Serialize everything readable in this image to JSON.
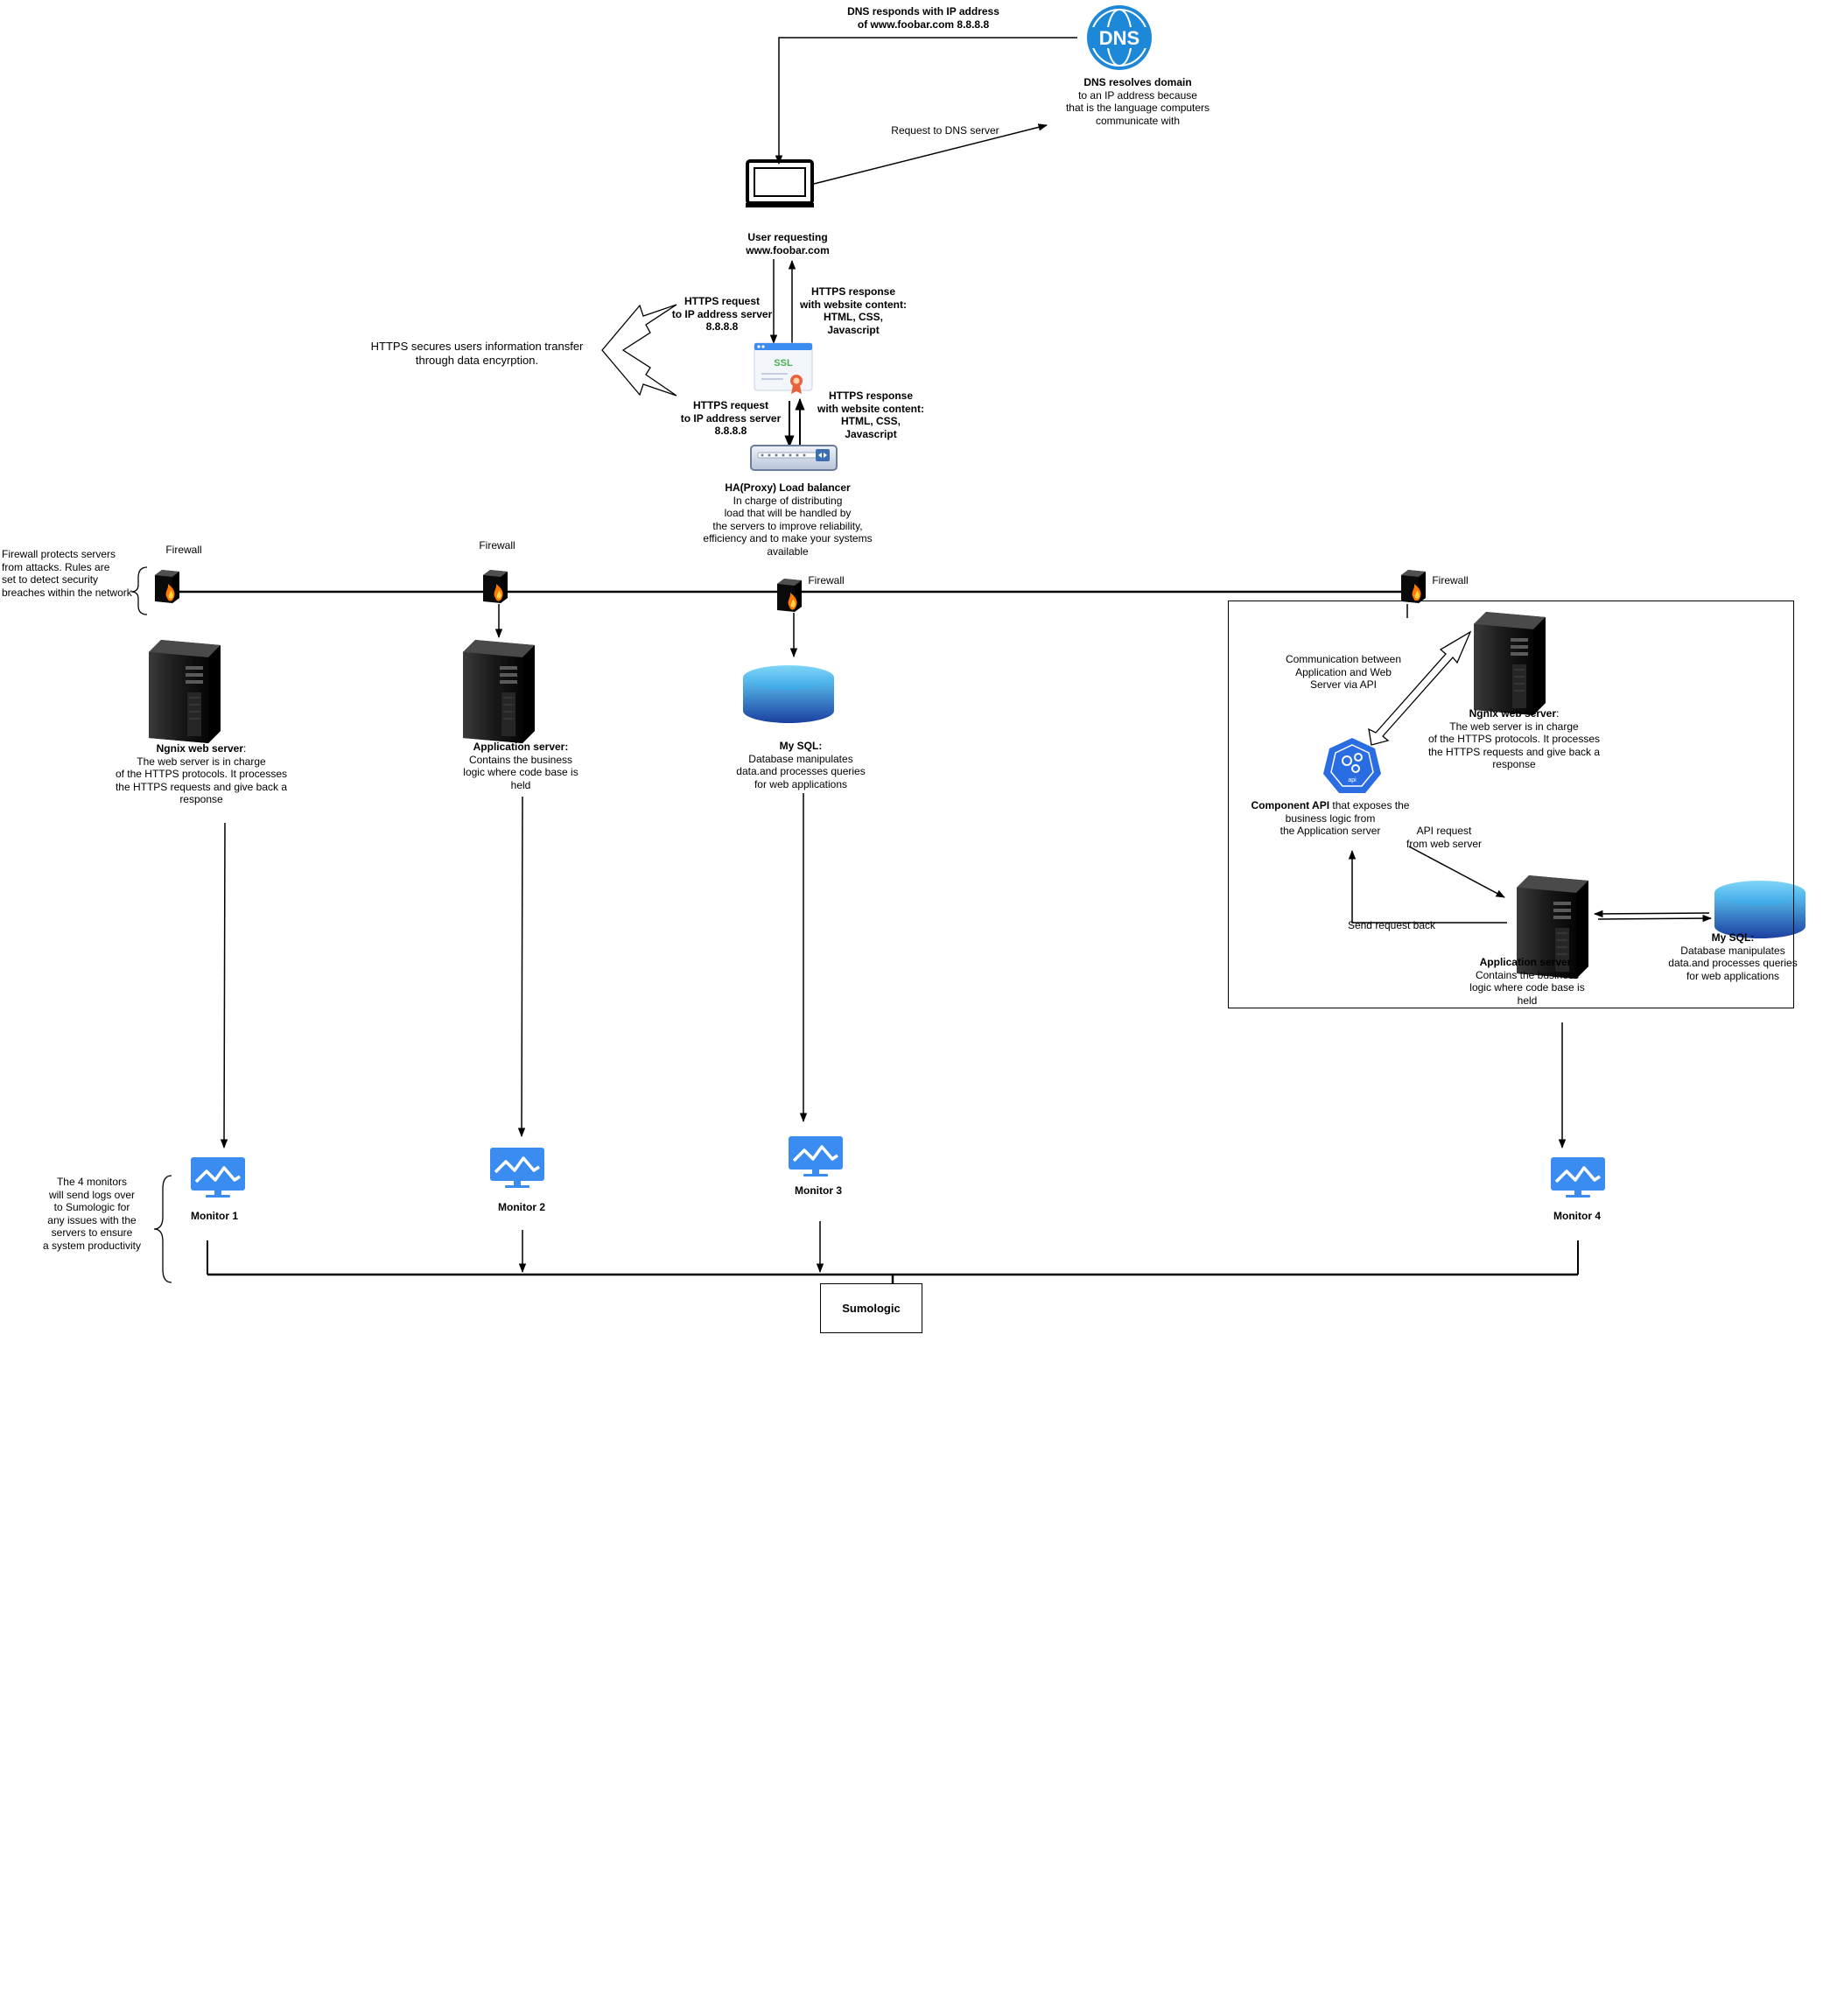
{
  "dns": {
    "icon_label": "DNS",
    "description": [
      "DNS resolves domain",
      "to an IP address because",
      "that is the language computers",
      "communicate with"
    ],
    "response": [
      "DNS responds with IP address",
      "of www.foobar.com 8.8.8.8"
    ],
    "request": "Request to DNS server"
  },
  "user": {
    "label": [
      "User requesting",
      "www.foobar.com"
    ]
  },
  "https": {
    "request_1": [
      "HTTPS request",
      "to IP address server",
      "8.8.8.8"
    ],
    "response_1": [
      "HTTPS response",
      "with website content:",
      "HTML, CSS,",
      "Javascript"
    ],
    "request_2": [
      "HTTPS request",
      "to IP address server",
      "8.8.8.8"
    ],
    "response_2": [
      "HTTPS response",
      "with website content:",
      "HTML, CSS,",
      "Javascript"
    ],
    "note": [
      "HTTPS secures users information transfer",
      "through data encyrption."
    ],
    "ssl_label": "SSL"
  },
  "load_balancer": {
    "title": "HA(Proxy) Load balancer",
    "description": [
      "In charge of distributing",
      "load that will be handled by",
      "the servers to improve reliability,",
      "efficiency and to make your systems",
      "available"
    ]
  },
  "firewall": {
    "label": "Firewall",
    "note": [
      "Firewall protects servers",
      "from attacks. Rules are",
      "set to detect security",
      "breaches within the network"
    ]
  },
  "nginx": {
    "title": "Ngnix web server",
    "description": [
      "The web server is in charge",
      "of the HTTPS protocols. It processes",
      "the HTTPS requests and give back a",
      "response"
    ]
  },
  "app_server": {
    "title": "Application server:",
    "description": [
      "Contains the business",
      "logic where code base is",
      "held"
    ]
  },
  "mysql": {
    "title": "My SQL:",
    "description": [
      "Database manipulates",
      "data.and processes queries",
      "for web applications"
    ]
  },
  "cluster": {
    "communication": [
      "Communication between",
      "Application and Web",
      "Server via API"
    ],
    "api_title": "Component API",
    "api_description": [
      " that exposes the",
      "business logic from",
      "the Application server"
    ],
    "api_icon_label": "api",
    "api_request": [
      "API request",
      "from web server"
    ],
    "send_back": "Send request back"
  },
  "monitors": {
    "labels": [
      "Monitor 1",
      "Monitor 2",
      "Monitor 3",
      "Monitor 4"
    ],
    "note": [
      "The 4 monitors",
      "will send logs over",
      "to Sumologic for",
      "any issues with the",
      "servers to ensure",
      "a system productivity"
    ]
  },
  "sumologic": {
    "label": "Sumologic"
  },
  "colors": {
    "line": "#000000",
    "dns_blue": "#1e88d8",
    "monitor_blue": "#3b8cf0",
    "db_top": "#5bc3f0",
    "db_bottom": "#1b3fa0",
    "server_dark": "#151515",
    "fire": "#ff7a00"
  }
}
